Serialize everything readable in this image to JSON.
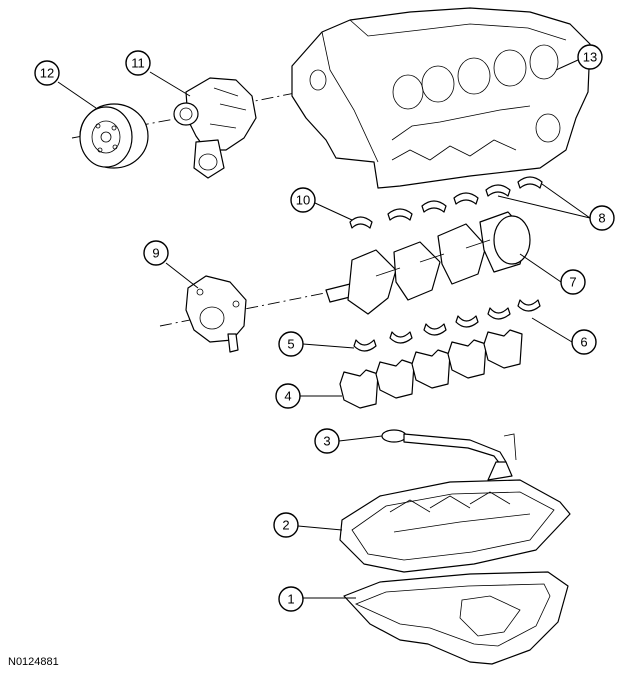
{
  "figure": {
    "reference_id": "N0124881",
    "callouts": [
      {
        "id": "c1",
        "label": "1"
      },
      {
        "id": "c2",
        "label": "2"
      },
      {
        "id": "c3",
        "label": "3"
      },
      {
        "id": "c4",
        "label": "4"
      },
      {
        "id": "c5",
        "label": "5"
      },
      {
        "id": "c6",
        "label": "6"
      },
      {
        "id": "c7",
        "label": "7"
      },
      {
        "id": "c8",
        "label": "8"
      },
      {
        "id": "c9",
        "label": "9"
      },
      {
        "id": "c10",
        "label": "10"
      },
      {
        "id": "c11",
        "label": "11"
      },
      {
        "id": "c12",
        "label": "12"
      },
      {
        "id": "c13",
        "label": "13"
      }
    ]
  }
}
